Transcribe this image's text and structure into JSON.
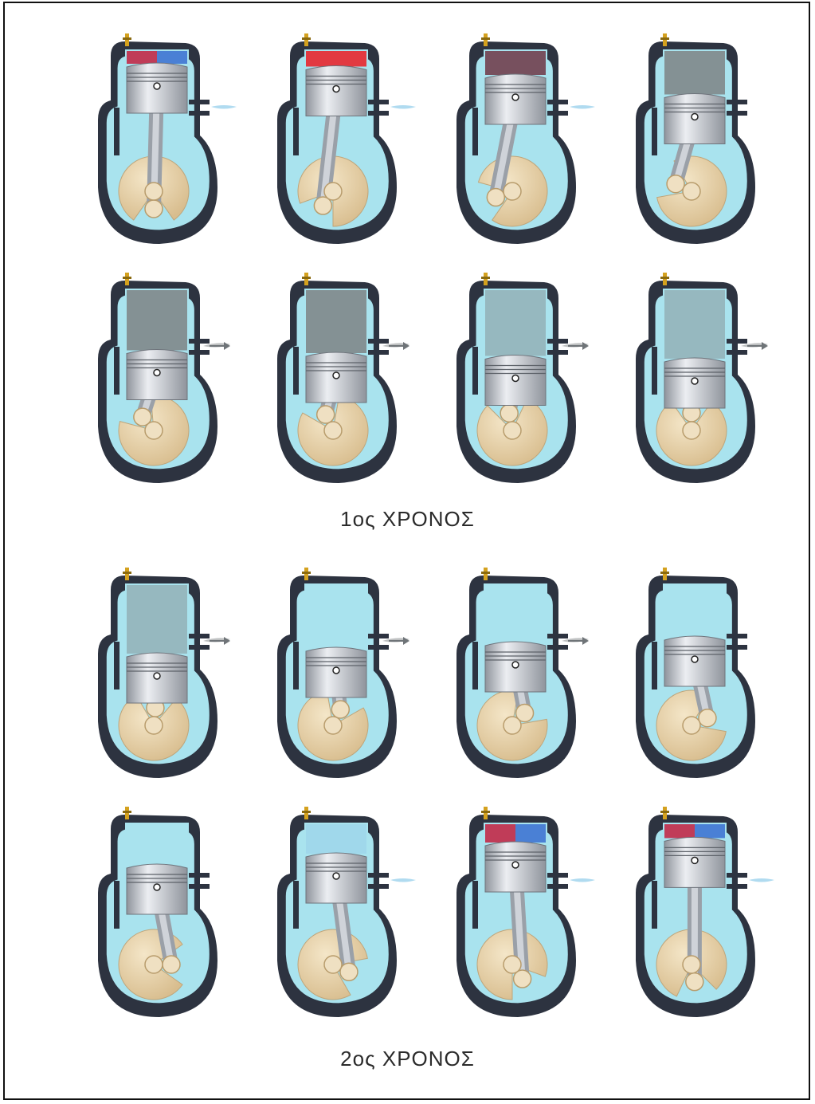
{
  "captions": {
    "stroke_1": "1ος  ΧΡΟΝΟΣ",
    "stroke_2": "2ος  ΧΡΟΝΟΣ"
  },
  "colors": {
    "casing": "#2d3340",
    "coolant": "#a9e3ee",
    "piston": "#c8cbd2",
    "piston_shade": "#8f949c",
    "crank": "#e6cfa5",
    "fresh_charge": "#3a6fd0",
    "ignition": "#e8262e",
    "exhaust_gas": "#7e8284",
    "spark_plug": "#d4a11e"
  },
  "frames": [
    {
      "id": "f1",
      "piston": 0.0,
      "crank_deg": 0,
      "chamber": "mix",
      "port": "intake"
    },
    {
      "id": "f2",
      "piston": 0.05,
      "crank_deg": 35,
      "chamber": "fire",
      "port": "intake"
    },
    {
      "id": "f3",
      "piston": 0.2,
      "crank_deg": 70,
      "chamber": "burn",
      "port": "intake"
    },
    {
      "id": "f4",
      "piston": 0.55,
      "crank_deg": 115,
      "chamber": "smoke",
      "port": "none"
    },
    {
      "id": "f5",
      "piston": 0.85,
      "crank_deg": 140,
      "chamber": "smoke",
      "port": "exhaust"
    },
    {
      "id": "f6",
      "piston": 0.9,
      "crank_deg": 155,
      "chamber": "smoke",
      "port": "exhaust"
    },
    {
      "id": "f7",
      "piston": 0.95,
      "crank_deg": 170,
      "chamber": "smoke_light",
      "port": "exhaust"
    },
    {
      "id": "f8",
      "piston": 1.0,
      "crank_deg": 180,
      "chamber": "smoke_light",
      "port": "exhaust"
    },
    {
      "id": "f9",
      "piston": 1.0,
      "crank_deg": 185,
      "chamber": "smoke_light",
      "port": "exhaust"
    },
    {
      "id": "f10",
      "piston": 0.9,
      "crank_deg": 205,
      "chamber": "clear",
      "port": "exhaust"
    },
    {
      "id": "f11",
      "piston": 0.8,
      "crank_deg": 225,
      "chamber": "clear",
      "port": "exhaust"
    },
    {
      "id": "f12",
      "piston": 0.7,
      "crank_deg": 245,
      "chamber": "clear",
      "port": "none"
    },
    {
      "id": "f13",
      "piston": 0.5,
      "crank_deg": 270,
      "chamber": "clear",
      "port": "none"
    },
    {
      "id": "f14",
      "piston": 0.3,
      "crank_deg": 295,
      "chamber": "charge",
      "port": "intake"
    },
    {
      "id": "f15",
      "piston": 0.1,
      "crank_deg": 325,
      "chamber": "mix",
      "port": "intake"
    },
    {
      "id": "f16",
      "piston": 0.02,
      "crank_deg": 350,
      "chamber": "mix",
      "port": "intake"
    }
  ]
}
